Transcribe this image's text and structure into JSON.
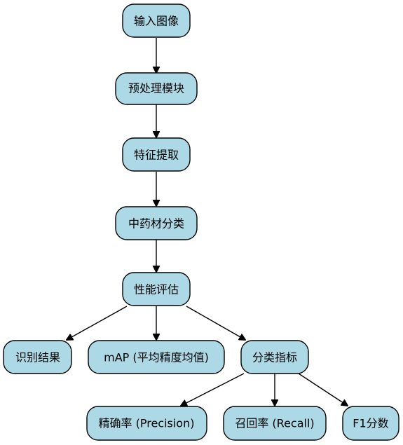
{
  "nodes": {
    "input_image": "输入图像",
    "preprocess": "预处理模块",
    "feature_extract": "特征提取",
    "herb_classify": "中药材分类",
    "performance_eval": "性能评估",
    "recognition_result": "识别结果",
    "map": "mAP (平均精度均值)",
    "classify_metrics": "分类指标",
    "precision": "精确率 (Precision)",
    "recall": "召回率 (Recall)",
    "f1": "F1分数"
  },
  "edges": [
    {
      "from": "input_image",
      "to": "preprocess"
    },
    {
      "from": "preprocess",
      "to": "feature_extract"
    },
    {
      "from": "feature_extract",
      "to": "herb_classify"
    },
    {
      "from": "herb_classify",
      "to": "performance_eval"
    },
    {
      "from": "performance_eval",
      "to": "recognition_result"
    },
    {
      "from": "performance_eval",
      "to": "map"
    },
    {
      "from": "performance_eval",
      "to": "classify_metrics"
    },
    {
      "from": "classify_metrics",
      "to": "precision"
    },
    {
      "from": "classify_metrics",
      "to": "recall"
    },
    {
      "from": "classify_metrics",
      "to": "f1"
    }
  ],
  "colors": {
    "node_fill": "#add8e6",
    "node_stroke": "#000000",
    "edge": "#000000"
  }
}
